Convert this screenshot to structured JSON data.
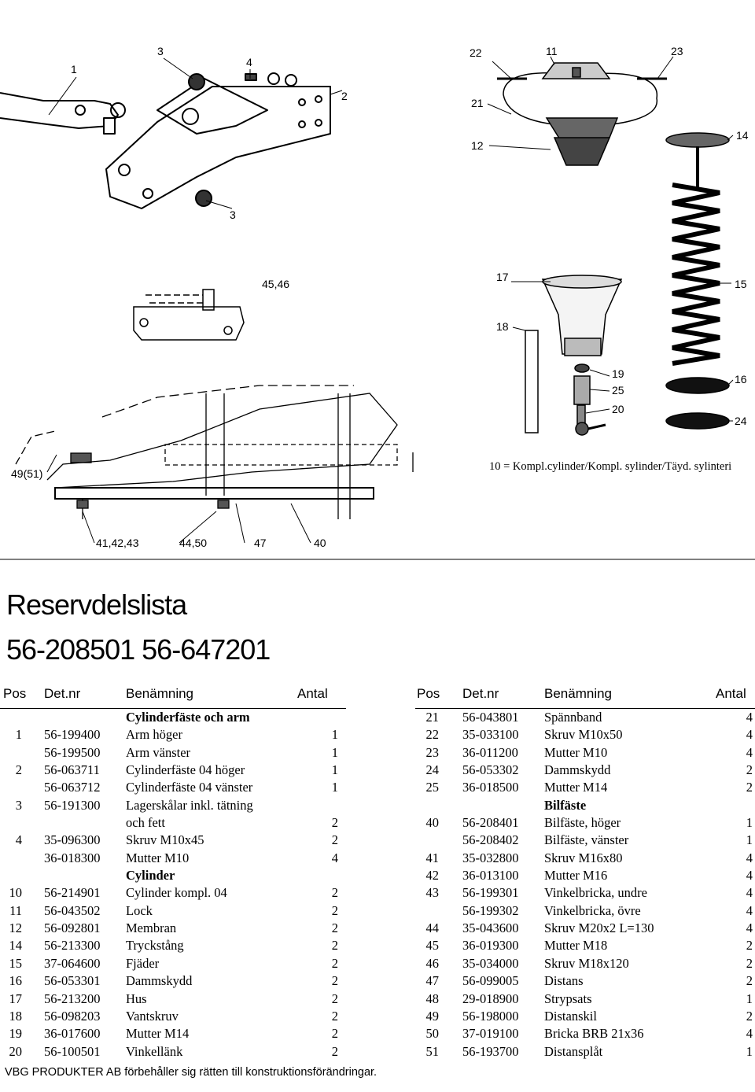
{
  "drawing": {
    "labels": [
      "1",
      "3",
      "4",
      "22",
      "11",
      "23",
      "2",
      "21",
      "12",
      "14",
      "3",
      "45,46",
      "17",
      "15",
      "18",
      "19",
      "25",
      "20",
      "16",
      "24",
      "49(51)",
      "41,42,43",
      "44,50",
      "47",
      "40"
    ],
    "note": "10 = Kompl.cylinder/Kompl. sylinder/Täyd. sylinteri"
  },
  "title": {
    "line1": "Reservdelslista",
    "line2": "56-208501  56-647201"
  },
  "columns": {
    "pos": "Pos",
    "det": "Det.nr",
    "name": "Benämning",
    "qty": "Antal"
  },
  "left_rows": [
    {
      "pos": "",
      "det": "",
      "name": "Cylinderfäste och arm",
      "qty": "",
      "section": true
    },
    {
      "pos": "1",
      "det": "56-199400",
      "name": "Arm  höger",
      "qty": "1"
    },
    {
      "pos": "",
      "det": "56-199500",
      "name": "Arm  vänster",
      "qty": "1"
    },
    {
      "pos": "2",
      "det": "56-063711",
      "name": "Cylinderfäste 04 höger",
      "qty": "1"
    },
    {
      "pos": "",
      "det": "56-063712",
      "name": "Cylinderfäste 04 vänster",
      "qty": "1"
    },
    {
      "pos": "3",
      "det": "56-191300",
      "name": "Lagerskålar inkl. tätning",
      "qty": ""
    },
    {
      "pos": "",
      "det": "",
      "name": "och fett",
      "qty": "2"
    },
    {
      "pos": "4",
      "det": "35-096300",
      "name": "Skruv M10x45",
      "qty": "2"
    },
    {
      "pos": "",
      "det": "36-018300",
      "name": "Mutter M10",
      "qty": "4"
    },
    {
      "pos": "",
      "det": "",
      "name": "Cylinder",
      "qty": "",
      "section": true
    },
    {
      "pos": "10",
      "det": "56-214901",
      "name": "Cylinder kompl. 04",
      "qty": "2"
    },
    {
      "pos": "11",
      "det": "56-043502",
      "name": "Lock",
      "qty": "2"
    },
    {
      "pos": "12",
      "det": "56-092801",
      "name": "Membran",
      "qty": "2"
    },
    {
      "pos": "14",
      "det": "56-213300",
      "name": "Tryckstång",
      "qty": "2"
    },
    {
      "pos": "15",
      "det": "37-064600",
      "name": "Fjäder",
      "qty": "2"
    },
    {
      "pos": "16",
      "det": "56-053301",
      "name": "Dammskydd",
      "qty": "2"
    },
    {
      "pos": "17",
      "det": "56-213200",
      "name": "Hus",
      "qty": "2"
    },
    {
      "pos": "18",
      "det": "56-098203",
      "name": "Vantskruv",
      "qty": "2"
    },
    {
      "pos": "19",
      "det": "36-017600",
      "name": "Mutter M14",
      "qty": "2"
    },
    {
      "pos": "20",
      "det": "56-100501",
      "name": "Vinkellänk",
      "qty": "2"
    }
  ],
  "right_rows": [
    {
      "pos": "21",
      "det": "56-043801",
      "name": "Spännband",
      "qty": "4"
    },
    {
      "pos": "22",
      "det": "35-033100",
      "name": "Skruv M10x50",
      "qty": "4"
    },
    {
      "pos": "23",
      "det": "36-011200",
      "name": "Mutter M10",
      "qty": "4"
    },
    {
      "pos": "24",
      "det": "56-053302",
      "name": "Dammskydd",
      "qty": "2"
    },
    {
      "pos": "25",
      "det": "36-018500",
      "name": "Mutter M14",
      "qty": "2"
    },
    {
      "pos": "",
      "det": "",
      "name": "Bilfäste",
      "qty": "",
      "section": true
    },
    {
      "pos": "40",
      "det": "56-208401",
      "name": "Bilfäste, höger",
      "qty": "1"
    },
    {
      "pos": "",
      "det": "56-208402",
      "name": "Bilfäste, vänster",
      "qty": "1"
    },
    {
      "pos": "41",
      "det": "35-032800",
      "name": "Skruv M16x80",
      "qty": "4"
    },
    {
      "pos": "42",
      "det": "36-013100",
      "name": "Mutter M16",
      "qty": "4"
    },
    {
      "pos": "43",
      "det": "56-199301",
      "name": "Vinkelbricka, undre",
      "qty": "4"
    },
    {
      "pos": "",
      "det": "56-199302",
      "name": "Vinkelbricka, övre",
      "qty": "4"
    },
    {
      "pos": "44",
      "det": "35-043600",
      "name": "Skruv M20x2 L=130",
      "qty": "4"
    },
    {
      "pos": "45",
      "det": "36-019300",
      "name": "Mutter M18",
      "qty": "2"
    },
    {
      "pos": "46",
      "det": "35-034000",
      "name": "Skruv M18x120",
      "qty": "2"
    },
    {
      "pos": "47",
      "det": "56-099005",
      "name": "Distans",
      "qty": "2"
    },
    {
      "pos": "48",
      "det": "29-018900",
      "name": "Strypsats",
      "qty": "1"
    },
    {
      "pos": "49",
      "det": "56-198000",
      "name": "Distanskil",
      "qty": "2"
    },
    {
      "pos": "50",
      "det": "37-019100",
      "name": "Bricka BRB 21x36",
      "qty": "4"
    },
    {
      "pos": "51",
      "det": "56-193700",
      "name": "Distansplåt",
      "qty": "1"
    }
  ],
  "footer": "VBG PRODUKTER AB förbehåller sig rätten till konstruktionsförändringar."
}
